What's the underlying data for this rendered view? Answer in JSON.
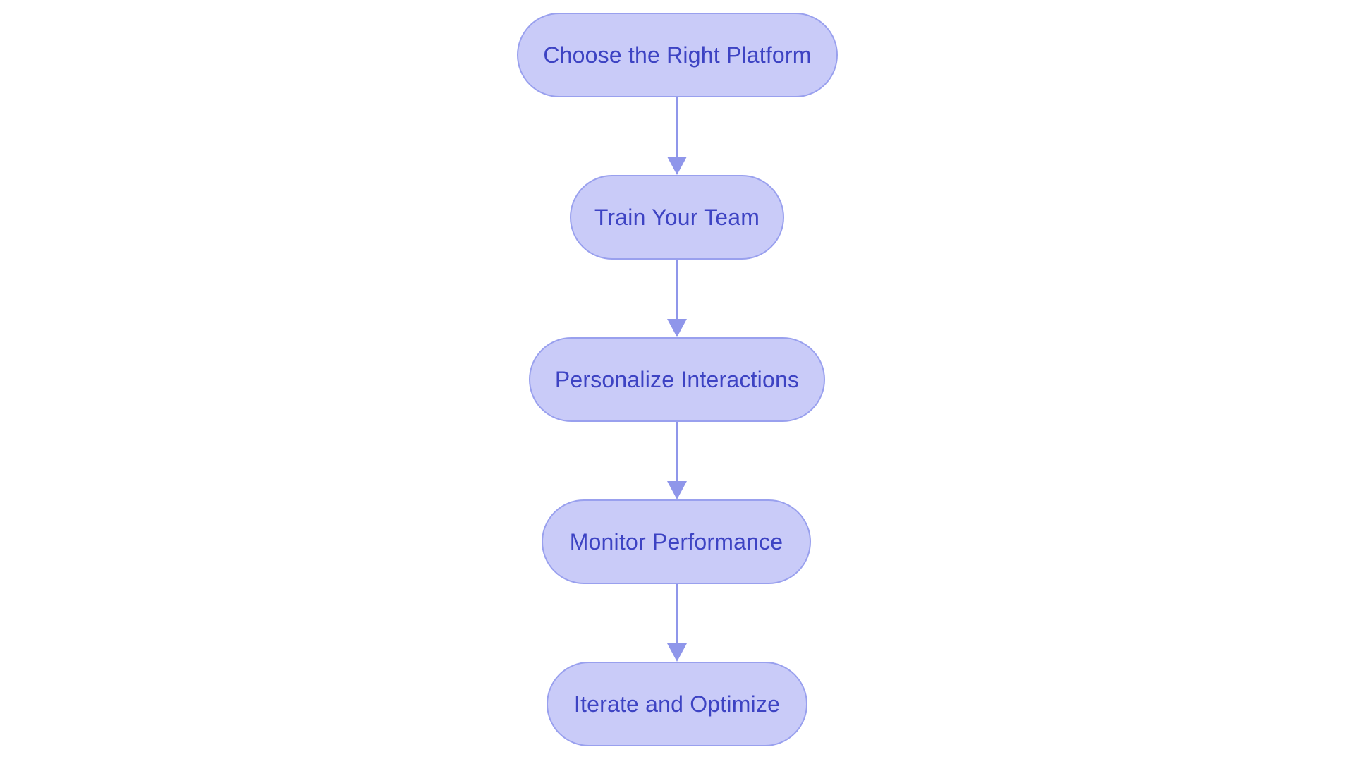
{
  "diagram": {
    "type": "flowchart",
    "direction": "top-down",
    "background_color": "#ffffff",
    "node_shape": "pill",
    "colors": {
      "node_fill": "#c9cbf8",
      "node_border": "#99a0ee",
      "node_text": "#3d43c3",
      "arrow": "#8f96ea"
    },
    "nodes": [
      {
        "label": "Choose the Right Platform"
      },
      {
        "label": "Train Your Team"
      },
      {
        "label": "Personalize Interactions"
      },
      {
        "label": "Monitor Performance"
      },
      {
        "label": "Iterate and Optimize"
      }
    ],
    "edges": [
      {
        "from": "Choose the Right Platform",
        "to": "Train Your Team"
      },
      {
        "from": "Train Your Team",
        "to": "Personalize Interactions"
      },
      {
        "from": "Personalize Interactions",
        "to": "Monitor Performance"
      },
      {
        "from": "Monitor Performance",
        "to": "Iterate and Optimize"
      }
    ]
  }
}
